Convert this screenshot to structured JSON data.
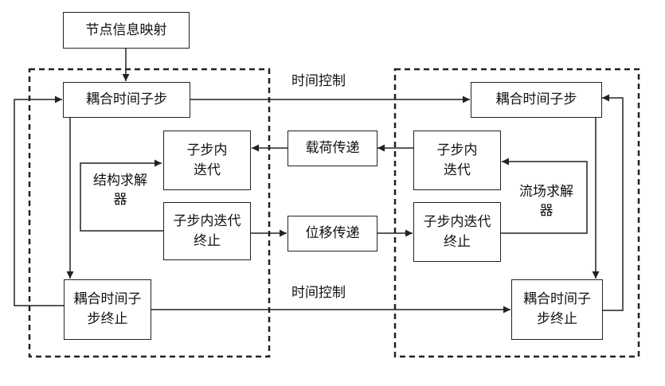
{
  "mapping_box": "节点信息映射",
  "time_control_top": "时间控制",
  "time_control_bottom": "时间控制",
  "structural_solver": {
    "label": "结构求解\n器",
    "coupling_substep": "耦合时间子步",
    "inner_iteration": "子步内\n迭代",
    "inner_iteration_end": "子步内迭代\n终止",
    "coupling_substep_end": "耦合时间子\n步终止"
  },
  "fluid_solver": {
    "label": "流场求解\n器",
    "coupling_substep": "耦合时间子步",
    "inner_iteration": "子步内\n迭代",
    "inner_iteration_end": "子步内迭代\n终止",
    "coupling_substep_end": "耦合时间子\n步终止"
  },
  "load_transfer": "载荷传递",
  "displacement_transfer": "位移传递"
}
